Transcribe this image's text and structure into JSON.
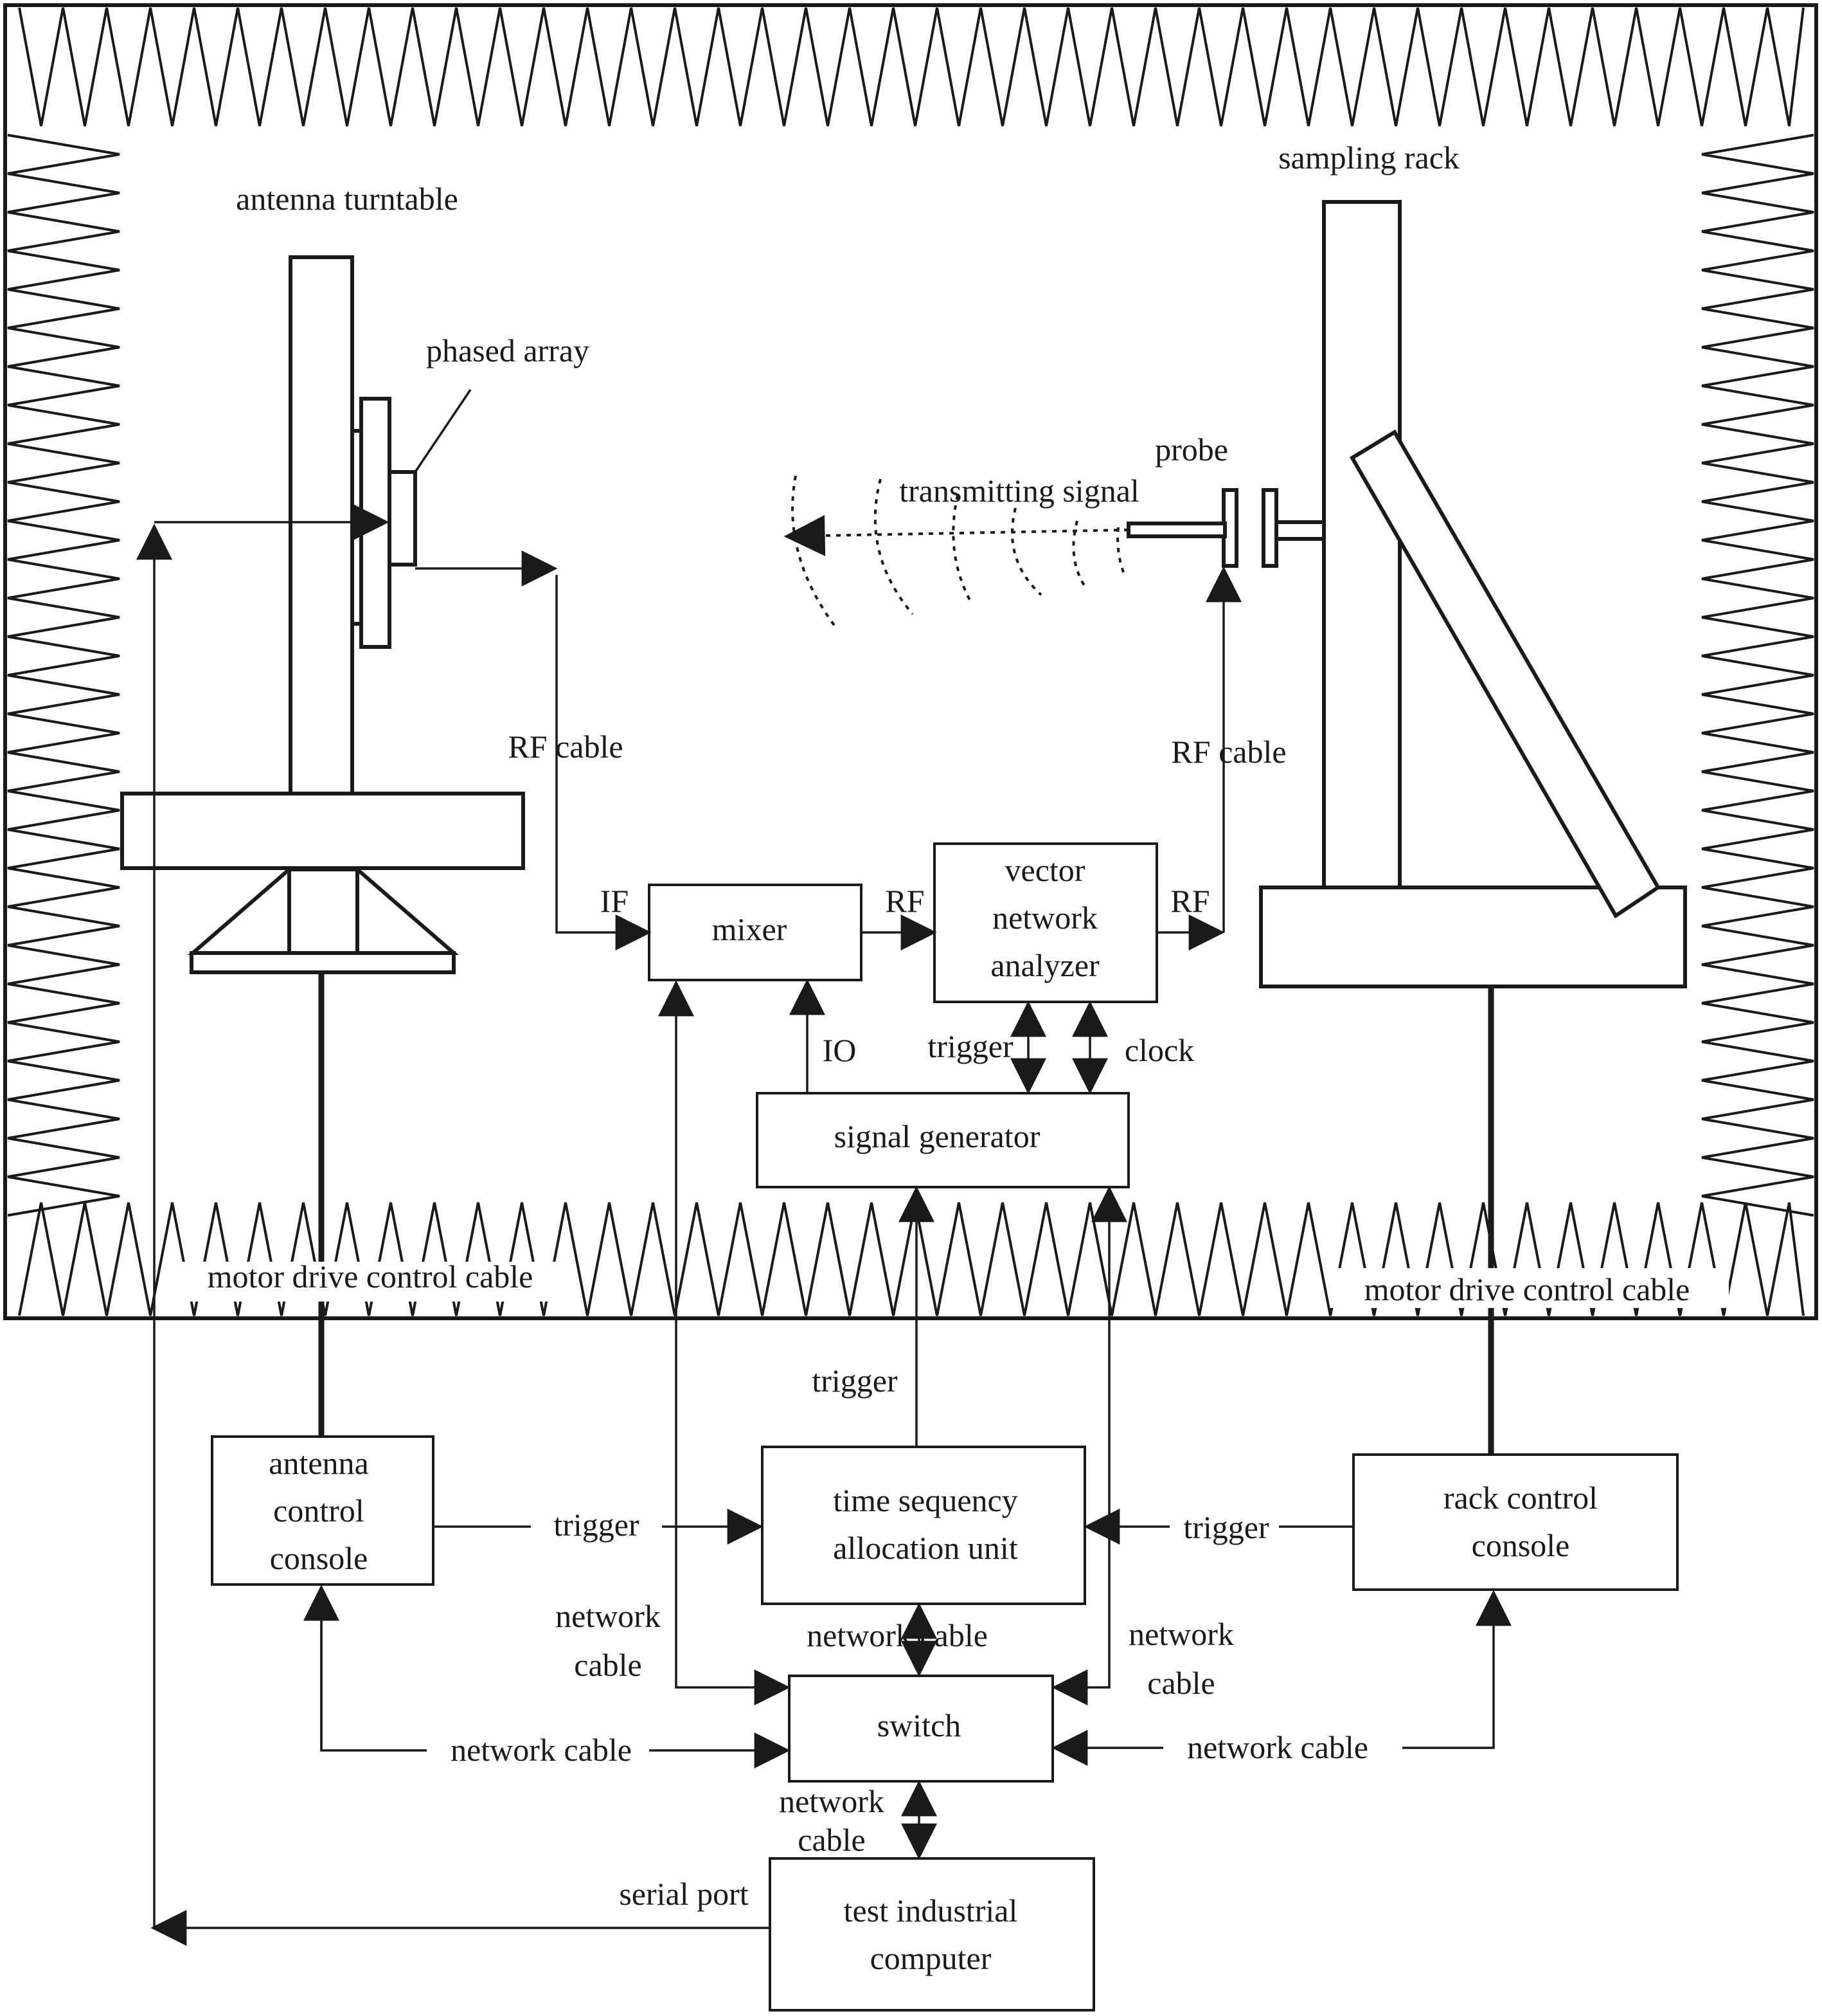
{
  "labels": {
    "antenna_turntable": "antenna turntable",
    "sampling_rack": "sampling rack",
    "phased_array": "phased array",
    "probe": "probe",
    "transmitting_signal": "transmitting signal",
    "rf_cable_left": "RF cable",
    "rf_cable_right": "RF cable",
    "if": "IF",
    "rf_mixer_vna": "RF",
    "rf_vna_out": "RF",
    "io": "IO",
    "trigger_vna": "trigger",
    "clock": "clock",
    "motor_cable_left": "motor drive control cable",
    "motor_cable_right": "motor drive control cable",
    "trigger_tsau_up": "trigger",
    "trigger_left": "trigger",
    "trigger_right": "trigger",
    "net_cable_left_1": "network",
    "net_cable_left_2": "cable",
    "net_cable_center": "network cable",
    "net_cable_right_1": "network",
    "net_cable_right_2": "cable",
    "net_cable_bottom_left": "network cable",
    "net_cable_bottom_right": "network cable",
    "net_cable_lower_1": "network",
    "net_cable_lower_2": "cable",
    "serial_port": "serial port"
  },
  "boxes": {
    "mixer": [
      "mixer"
    ],
    "vna": [
      "vector",
      "network",
      "analyzer"
    ],
    "signal_generator": [
      "signal generator"
    ],
    "antenna_console": [
      "antenna",
      "control",
      "console"
    ],
    "tsau": [
      "time sequency",
      "allocation unit"
    ],
    "rack_console": [
      "rack control",
      "console"
    ],
    "switch": [
      "switch"
    ],
    "computer": [
      "test industrial",
      "computer"
    ]
  }
}
